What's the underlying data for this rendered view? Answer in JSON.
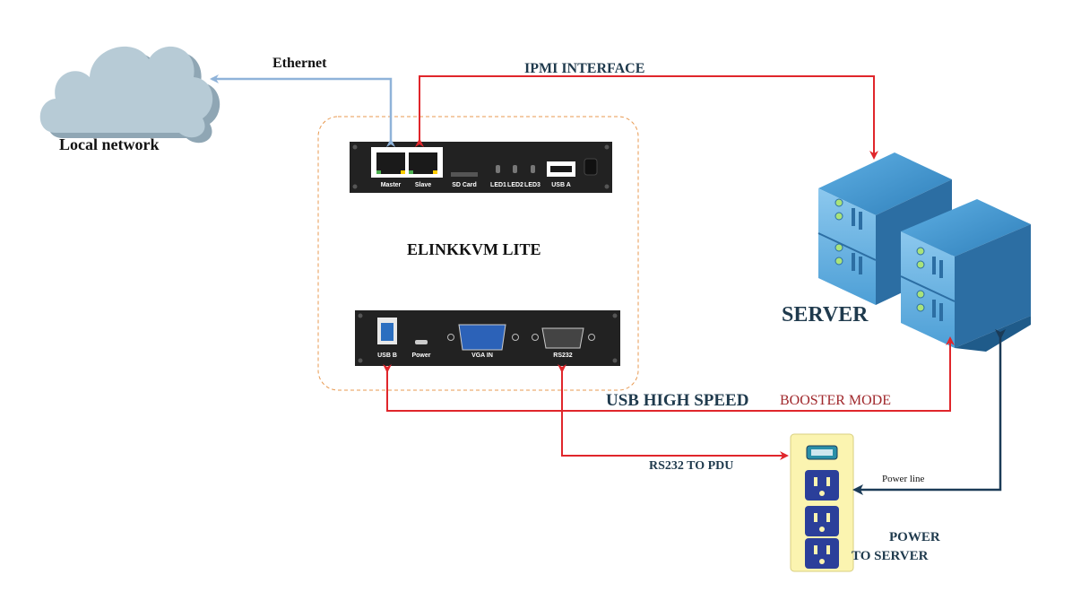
{
  "labels": {
    "local_network": "Local network",
    "ethernet": "Ethernet",
    "ipmi": "IPMI INTERFACE",
    "device": "ELINKKVM LITE",
    "server": "SERVER",
    "usb_high_speed": "USB HIGH SPEED",
    "booster_mode": "BOOSTER MODE",
    "rs232_to_pdu": "RS232 TO PDU",
    "power_line": "Power line",
    "power_line1": "POWER",
    "power_line2": "TO SERVER"
  },
  "front_panel": {
    "ports": [
      "Master",
      "Slave",
      "SD Card",
      "LED1",
      "LED2",
      "LED3",
      "USB A"
    ]
  },
  "back_panel": {
    "ports": [
      "USB B",
      "Power",
      "VGA IN",
      "RS232"
    ]
  },
  "colors": {
    "ethernet_line": "#8fb3d9",
    "red_line": "#e0262b",
    "power_line": "#1b3b57",
    "cloud": "#b7cbd6",
    "label_dark": "#1f3a4d",
    "booster": "#a0282c",
    "server_blue": "#3a8fc9",
    "pdu_yellow": "#fbf4b0",
    "socket_blue": "#2b3f9a"
  }
}
